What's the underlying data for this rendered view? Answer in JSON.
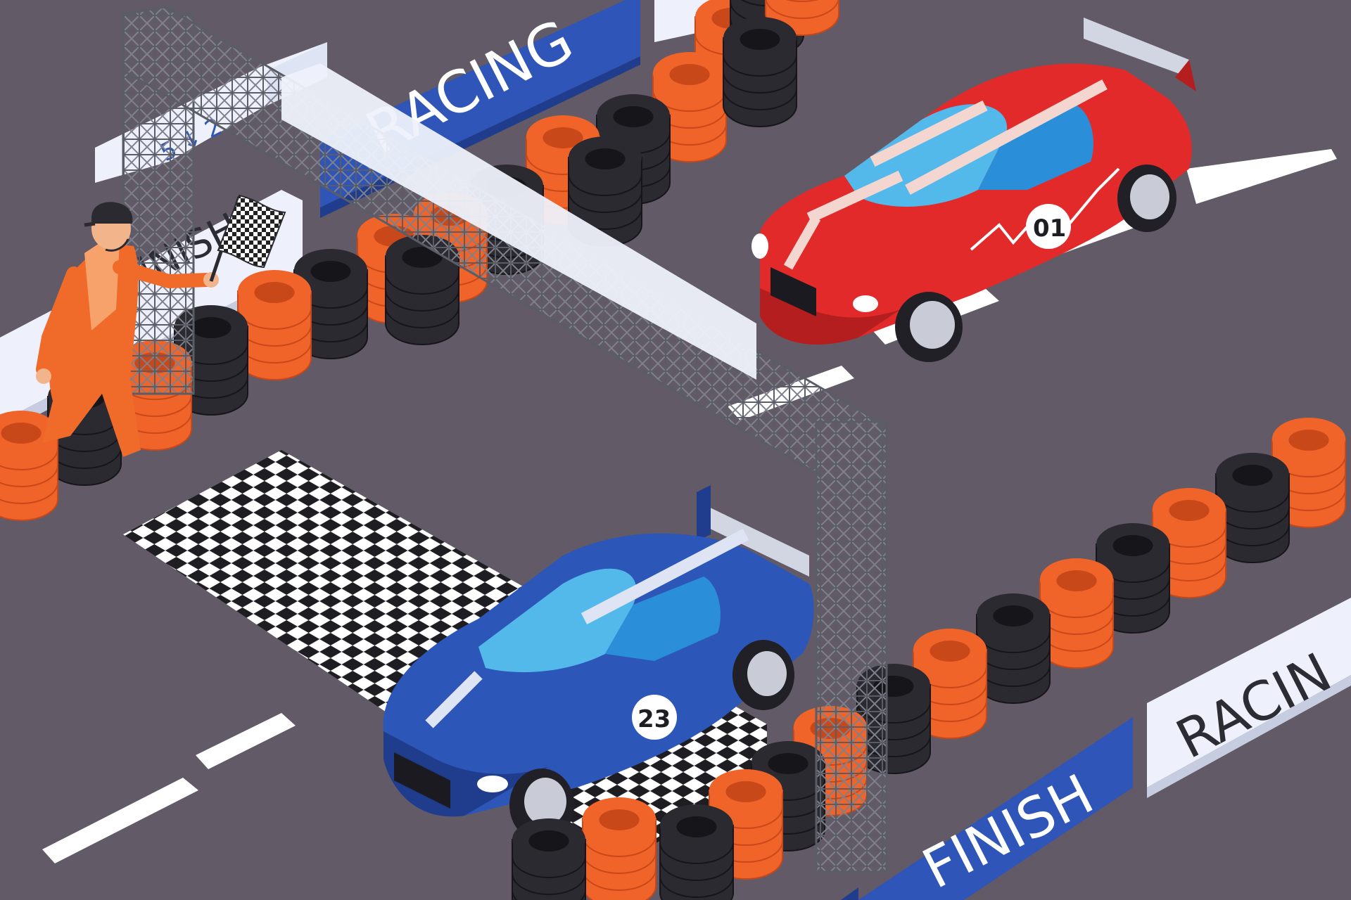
{
  "scene": {
    "description_free": true,
    "colors": {
      "asphalt": "#625a66",
      "lane_marking": "#ffffff",
      "wall_light": "#eef1fb",
      "banner_blue": "#2f55b8",
      "banner_text_white": "#ffffff",
      "banner_text_dark": "#2c2c34",
      "tire_orange": "#f0642a",
      "tire_black": "#2a2a30",
      "truss_gray": "#8c8f9a",
      "red_car": "#e22a2a",
      "blue_car": "#2c57b8",
      "marshal_suit": "#f06a2a"
    }
  },
  "signs": {
    "top_banner": "RACING",
    "finish_banner": "FINISH",
    "right_wall": "RACIN",
    "left_wall": "FINISH",
    "gantry_sign": "5 ↓ 2"
  },
  "cars": {
    "red": {
      "number": "01"
    },
    "blue": {
      "number": "23"
    }
  },
  "icons": {
    "flag": "checkered-flag-icon"
  }
}
